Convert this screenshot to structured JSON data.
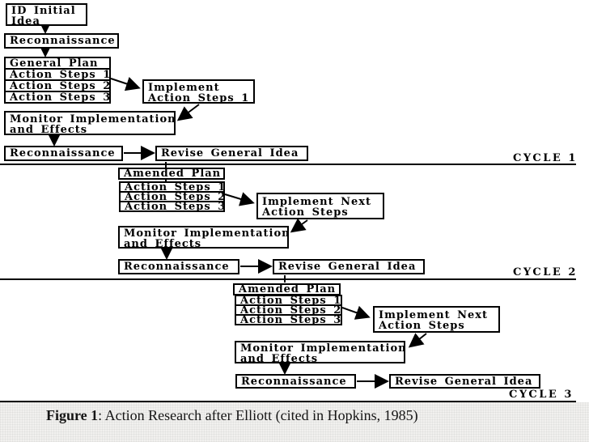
{
  "diagram": {
    "cycle1": {
      "label": "CYCLE 1",
      "id_initial_idea": {
        "line1": "ID Initial",
        "line2": "Idea"
      },
      "reconnaissance_top": "Reconnaissance",
      "general_plan": "General Plan",
      "action_steps_1": "Action Steps 1",
      "action_steps_2": "Action Steps 2",
      "action_steps_3": "Action Steps 3",
      "implement": {
        "line1": "Implement",
        "line2": "Action Steps 1"
      },
      "monitor": {
        "line1": "Monitor Implementation",
        "line2": "and Effects"
      },
      "reconnaissance_bottom": "Reconnaissance",
      "revise": "Revise General Idea"
    },
    "cycle2": {
      "label": "CYCLE 2",
      "amended_plan": "Amended Plan",
      "action_steps_1": "Action Steps 1",
      "action_steps_2": "Action Steps 2",
      "action_steps_3": "Action Steps 3",
      "implement": {
        "line1": "Implement Next",
        "line2": "Action Steps"
      },
      "monitor": {
        "line1": "Monitor Implementation",
        "line2": "and Effects"
      },
      "reconnaissance": "Reconnaissance",
      "revise": "Revise General Idea"
    },
    "cycle3": {
      "label": "CYCLE 3",
      "amended_plan": "Amended Plan",
      "action_steps_1": "Action Steps 1",
      "action_steps_2": "Action Steps 2",
      "action_steps_3": "Action Steps 3",
      "implement": {
        "line1": "Implement Next",
        "line2": "Action Steps"
      },
      "monitor": {
        "line1": "Monitor Implementation",
        "line2": "and Effects"
      },
      "reconnaissance": "Reconnaissance",
      "revise": "Revise General Idea"
    }
  },
  "caption": {
    "label": "Figure 1",
    "text": ": Action Research after Elliott (cited in Hopkins, 1985)"
  },
  "colors": {
    "ink": "#000000",
    "paper": "#ffffff",
    "caption_bg": "#f1f0ee"
  }
}
